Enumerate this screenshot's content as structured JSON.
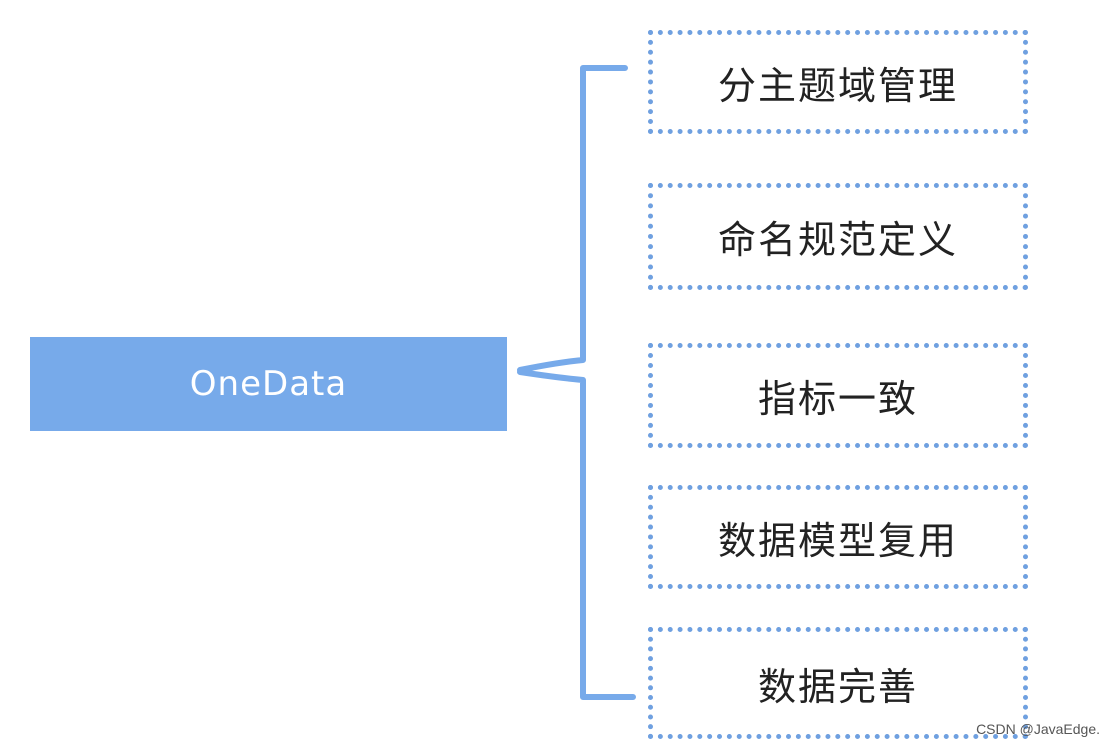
{
  "root": {
    "label": "OneData"
  },
  "items": [
    {
      "label": "分主题域管理"
    },
    {
      "label": "命名规范定义"
    },
    {
      "label": "指标一致"
    },
    {
      "label": "数据模型复用"
    },
    {
      "label": "数据完善"
    }
  ],
  "watermark": "CSDN @JavaEdge.",
  "colors": {
    "accent": "#77aaea",
    "border": "#6fa0e0"
  }
}
